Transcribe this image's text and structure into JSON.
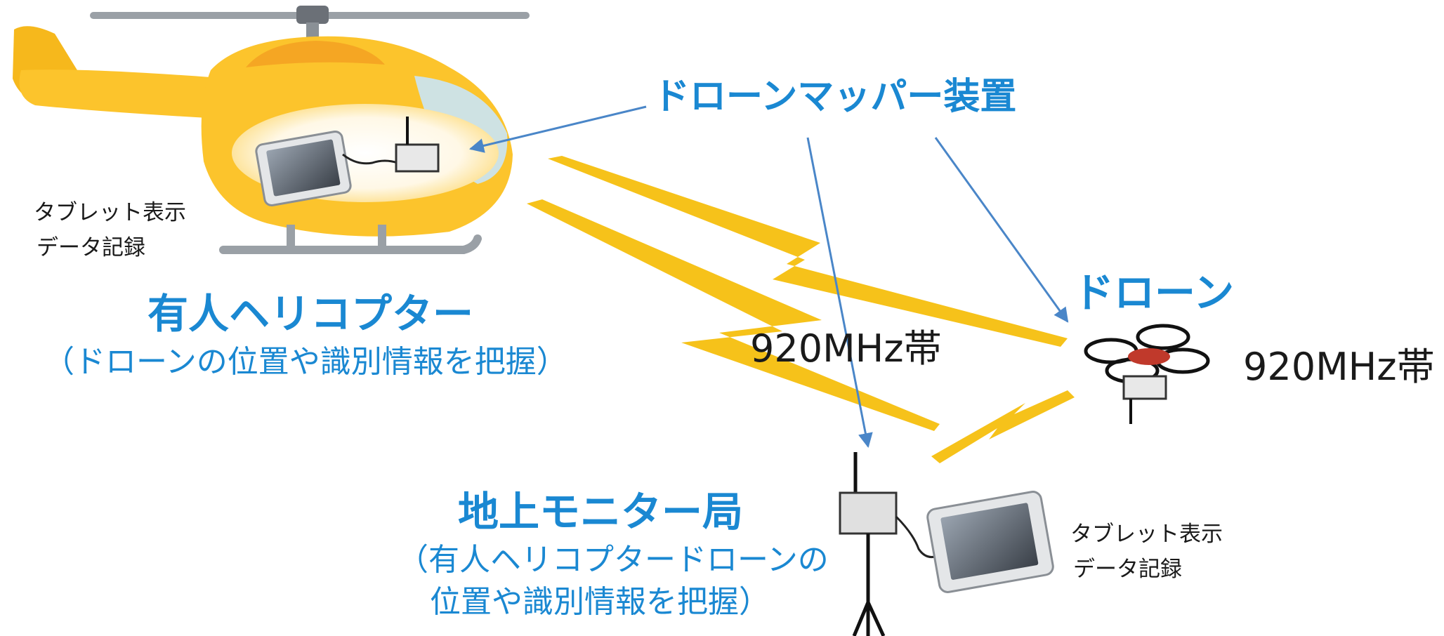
{
  "labels": {
    "device": "ドローンマッパー装置",
    "helicopter_title": "有人ヘリコプター",
    "helicopter_sub": "（ドローンの位置や識別情報を把握）",
    "ground_title": "地上モニター局",
    "ground_sub_line1": "（有人ヘリコプタードローンの",
    "ground_sub_line2": "位置や識別情報を把握）",
    "drone_title": "ドローン",
    "band_center": "920MHz帯",
    "band_right": "920MHz帯",
    "heli_tablet_line1": "タブレット表示",
    "heli_tablet_line2": "データ記録",
    "ground_tablet_line1": "タブレット表示",
    "ground_tablet_line2": "データ記録"
  },
  "colors": {
    "label_blue": "#1a88d2",
    "arrow_blue": "#4a86c8",
    "signal_yellow": "#f6c21a",
    "helicopter_body": "#fcc42c",
    "helicopter_canopy": "#c9e6f7",
    "gray_parts": "#9aa0a6"
  },
  "icons": [
    "helicopter-icon",
    "drone-icon",
    "tablet-icon",
    "radio-transceiver-icon",
    "antenna-tripod-icon",
    "lightning-signal-icon",
    "arrow-icon"
  ]
}
